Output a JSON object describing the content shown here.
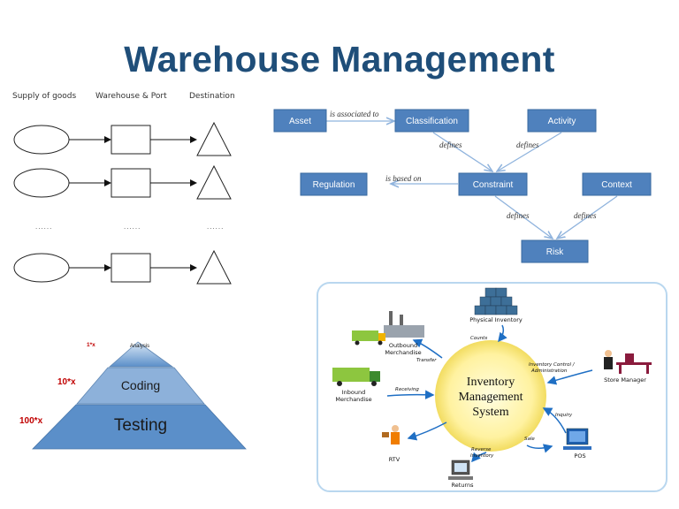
{
  "title": "Warehouse  Management",
  "flow": {
    "headers": [
      "Supply of goods",
      "Warehouse & Port",
      "Destination"
    ],
    "dots": [
      "......",
      "......",
      "......"
    ]
  },
  "ontology": {
    "nodes": [
      "Asset",
      "Classification",
      "Activity",
      "Regulation",
      "Constraint",
      "Context",
      "Risk"
    ],
    "edges": [
      "is associated to",
      "defines",
      "defines",
      "is based on",
      "defines",
      "defines"
    ]
  },
  "pyramid": {
    "levels": [
      "Analysis",
      "Coding",
      "Testing"
    ],
    "multipliers": [
      "1*x",
      "10*x",
      "100*x"
    ]
  },
  "inventory": {
    "center": [
      "Inventory",
      "Management",
      "System"
    ],
    "nodes": {
      "physical": "Physical Inventory",
      "outbound": [
        "Outbound",
        "Merchandise"
      ],
      "inbound": [
        "Inbound",
        "Merchandise"
      ],
      "store": "Store Manager",
      "rtv": "RTV",
      "returns": "Returns",
      "pos": "POS"
    },
    "edges": {
      "counts": "Counts",
      "control": [
        "Inventory Control /",
        "Administration"
      ],
      "transfer": "Transfer",
      "receiving": "Receiving",
      "inquiry": "Inquiry",
      "sale": "Sale",
      "reverse": [
        "Reverse",
        "Inventory"
      ]
    }
  }
}
